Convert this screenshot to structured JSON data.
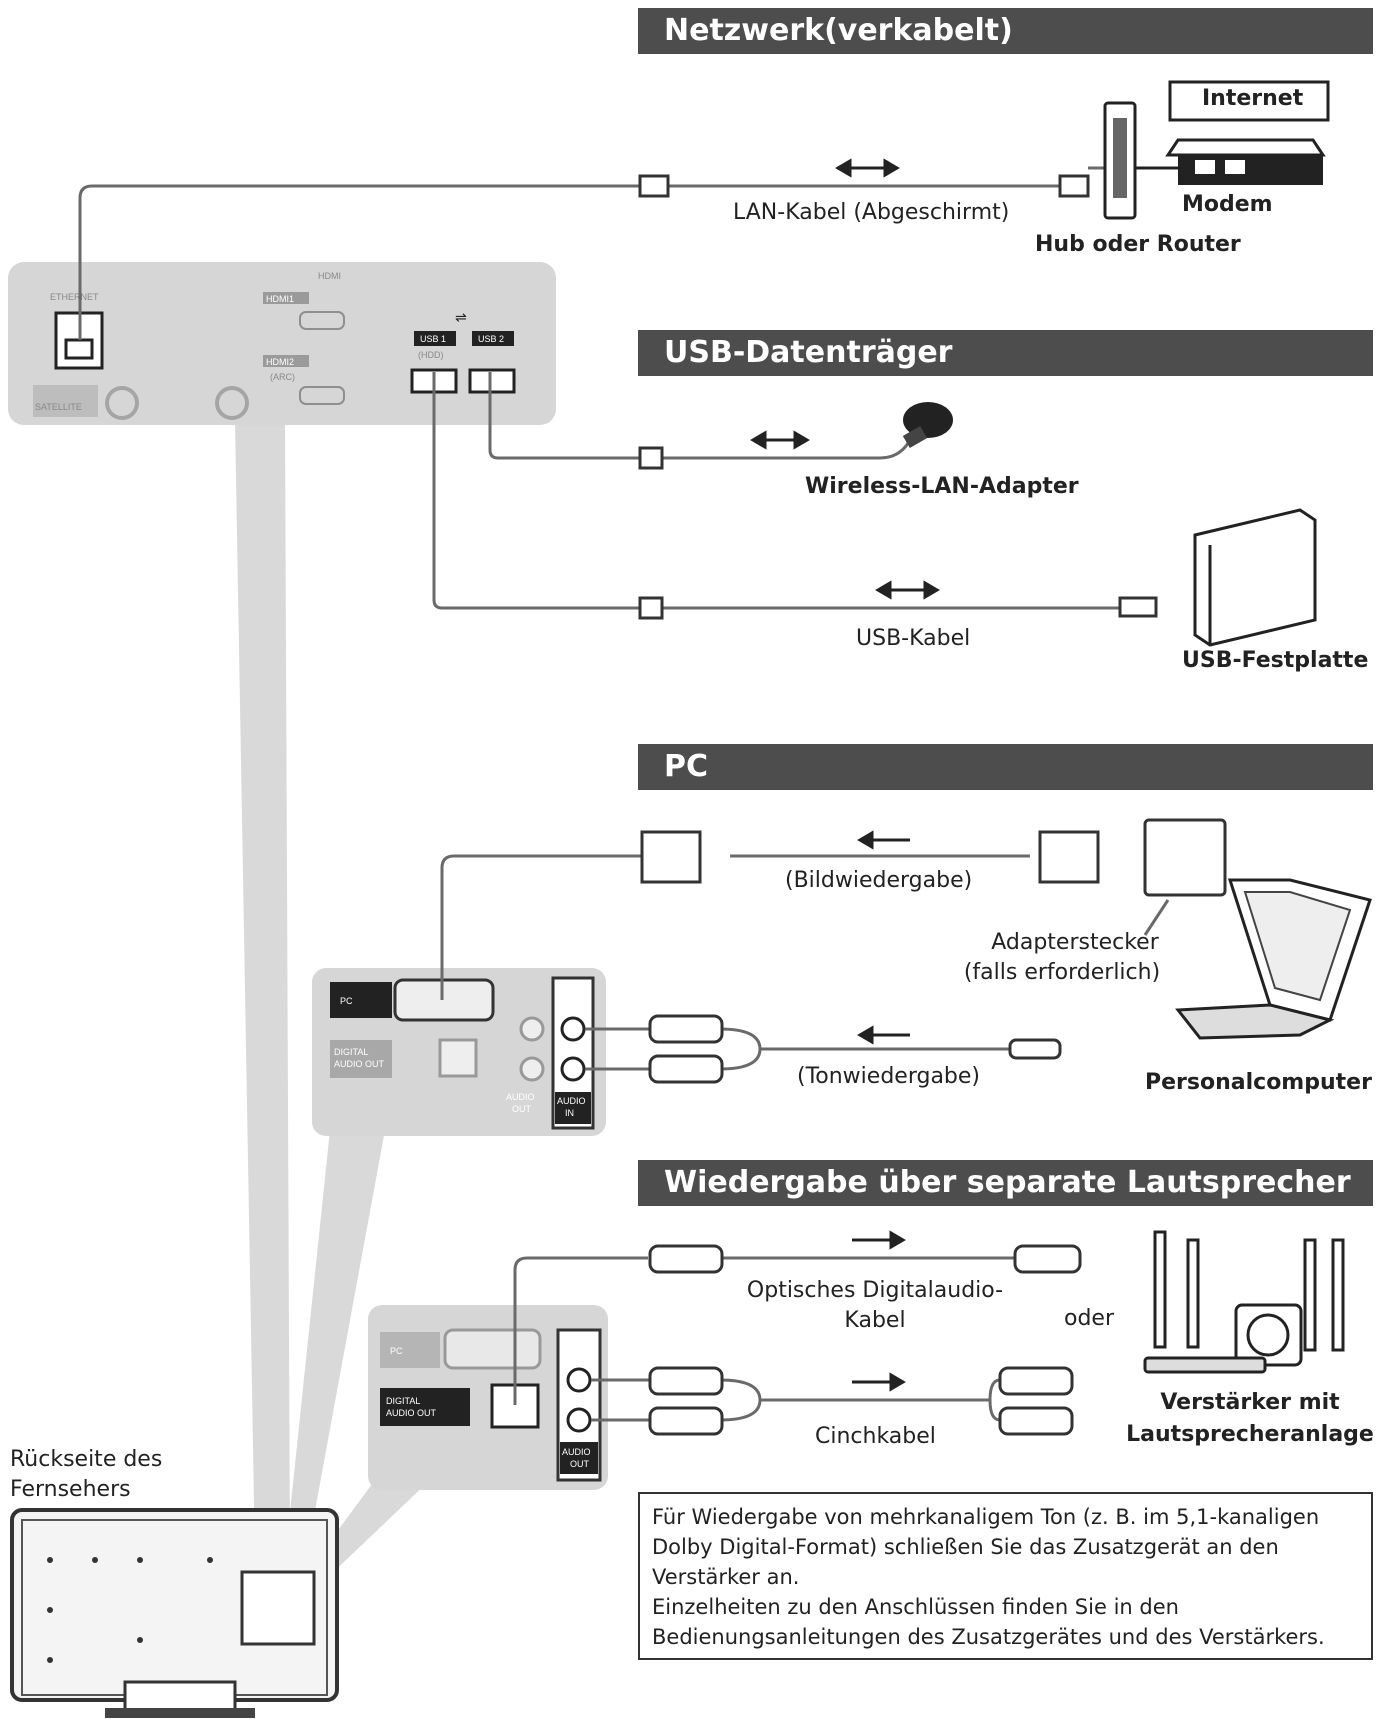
{
  "sections": {
    "network": "Netzwerk(verkabelt)",
    "usb": "USB-Datenträger",
    "pc": "PC",
    "speakers": "Wiedergabe über separate Lautsprecher"
  },
  "network": {
    "internet": "Internet",
    "modem": "Modem",
    "hub": "Hub oder Router",
    "cable": "LAN-Kabel (Abgeschirmt)"
  },
  "usb": {
    "wlan": "Wireless-LAN-Adapter",
    "cable": "USB-Kabel",
    "hdd": "USB-Festplatte"
  },
  "pc": {
    "video": "(Bildwiedergabe)",
    "adapter_line1": "Adapterstecker",
    "adapter_line2": "(falls erforderlich)",
    "audio": "(Tonwiedergabe)",
    "computer": "Personalcomputer"
  },
  "speakers": {
    "optical_line1": "Optisches Digitalaudio-",
    "optical_line2": "Kabel",
    "or": "oder",
    "cinch": "Cinchkabel",
    "amp_line1": "Verstärker mit",
    "amp_line2": "Lautsprecheranlage"
  },
  "tv": {
    "back_line1": "Rückseite des",
    "back_line2": "Fernsehers"
  },
  "panel": {
    "hdmi": "HDMI",
    "hdmi1": "HDMI1",
    "hdmi2": "HDMI2",
    "arc": "(ARC)",
    "usb1": "USB 1",
    "usb2": "USB 2",
    "hdd": "(HDD)",
    "ethernet": "ETHERNET",
    "satellite": "SATELLITE",
    "pc": "PC",
    "digital_audio_out_1": "DIGITAL",
    "digital_audio_out_2": "AUDIO OUT",
    "audio_out_1": "AUDIO",
    "audio_out_2": "OUT",
    "audio_in_1": "AUDIO",
    "audio_in_2": "IN"
  },
  "note": {
    "line1": "Für Wiedergabe von mehrkanaligem Ton (z. B. im 5,1-kanaligen Dolby Digital-Format) schließen Sie das Zusatzgerät an den Verstärker an.",
    "line2": "Einzelheiten zu den Anschlüssen finden Sie in den Bedienungsanleitungen des Zusatzgerätes und des Verstärkers."
  }
}
